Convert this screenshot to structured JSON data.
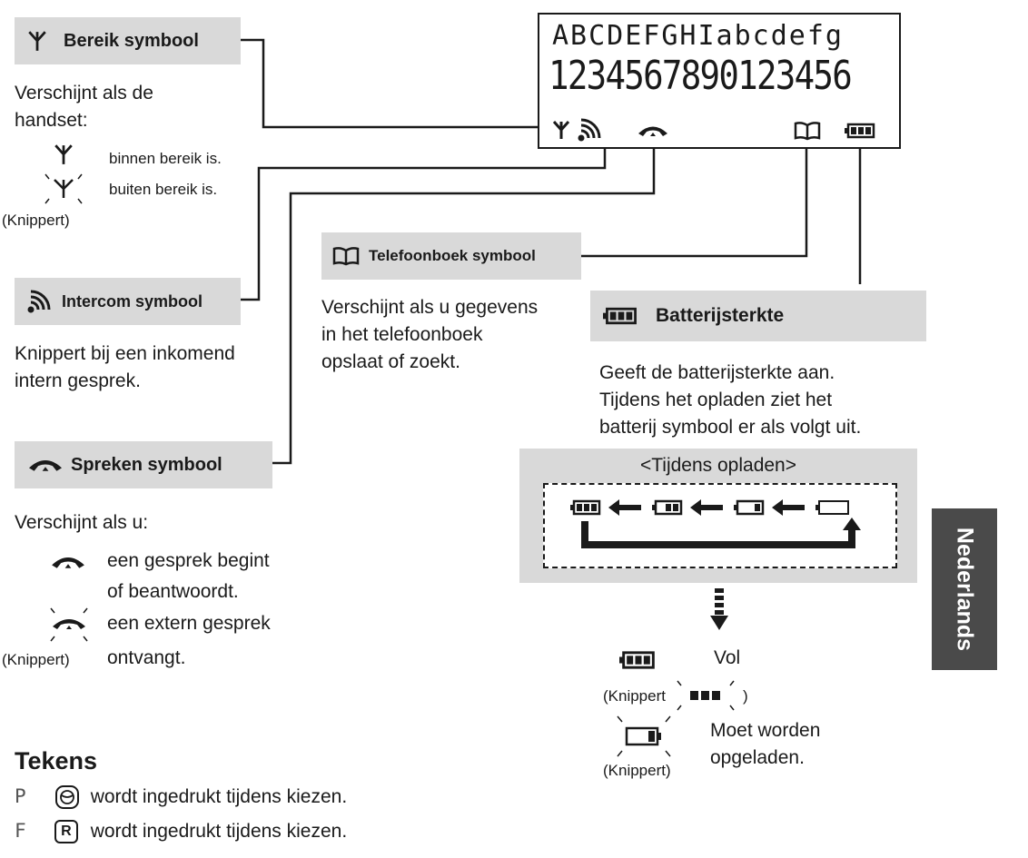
{
  "lcd": {
    "line1": "ABCDEFGHIabcdefg",
    "line2": "1234567890123456"
  },
  "range": {
    "title": "Bereik symbool",
    "desc1": "Verschijnt als de",
    "desc2": "handset:",
    "in_range": "binnen bereik is.",
    "out_range": "buiten bereik is.",
    "flash": "(Knippert)"
  },
  "intercom": {
    "title": "Intercom symbool",
    "desc1": "Knippert bij een inkomend",
    "desc2": "intern gesprek."
  },
  "talk": {
    "title": "Spreken symbool",
    "desc1": "Verschijnt als u:",
    "item1a": "een gesprek begint",
    "item1b": "of beantwoordt.",
    "item2a": "een extern gesprek",
    "item2b": "ontvangt.",
    "flash": "(Knippert)"
  },
  "phonebook": {
    "title": "Telefoonboek symbool",
    "desc1": "Verschijnt als u gegevens",
    "desc2": "in het telefoonboek",
    "desc3": "opslaat of zoekt."
  },
  "battery": {
    "title": "Batterijsterkte",
    "desc1": "Geeft de batterijsterkte aan.",
    "desc2": "Tijdens het opladen ziet het",
    "desc3": "batterij symbool er als volgt uit.",
    "charging_title": "<Tijdens opladen>",
    "full": "Vol",
    "flash_open": "(Knippert",
    "flash_close": ")",
    "must_charge1": "Moet worden",
    "must_charge2": "opgeladen.",
    "flash2": "(Knippert)"
  },
  "side_tab": "Nederlands",
  "signs": {
    "heading": "Tekens",
    "p_char": "P",
    "p_text": "wordt ingedrukt tijdens kiezen.",
    "f_char": "F",
    "f_key": "R",
    "f_text": "wordt ingedrukt tijdens kiezen."
  },
  "colors": {
    "label_bg": "#d9d9d9",
    "tab_bg": "#4a4a4a",
    "ink": "#1a1a1a"
  }
}
